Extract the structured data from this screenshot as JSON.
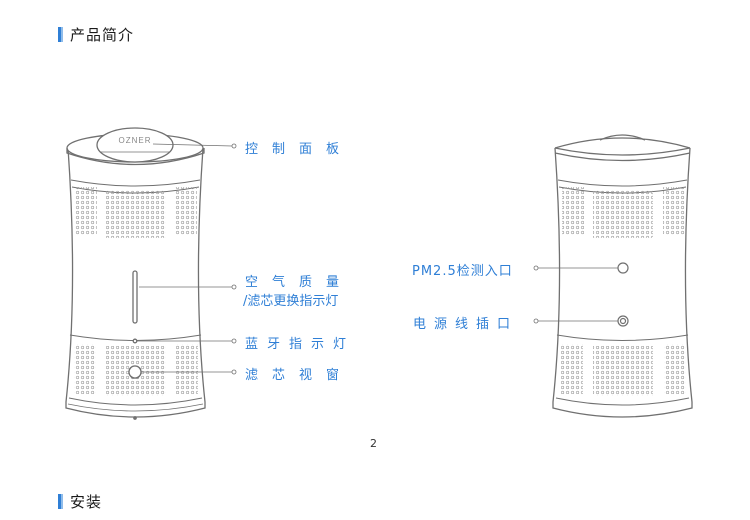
{
  "sections": {
    "intro_title": "产品简介",
    "install_title": "安装"
  },
  "device": {
    "logo": "OZNER"
  },
  "labels": {
    "control_panel": "控制面板",
    "air_quality_line1": "空气质量",
    "air_quality_line2": "/滤芯更换指示灯",
    "bluetooth": "蓝牙指示灯",
    "filter_window": "滤芯视窗",
    "pm25_port": "PM2.5检测入口",
    "power_port": "电源线插口"
  },
  "page": {
    "number": "2"
  },
  "colors": {
    "accent": "#2f7fd6",
    "outline": "#707070"
  }
}
